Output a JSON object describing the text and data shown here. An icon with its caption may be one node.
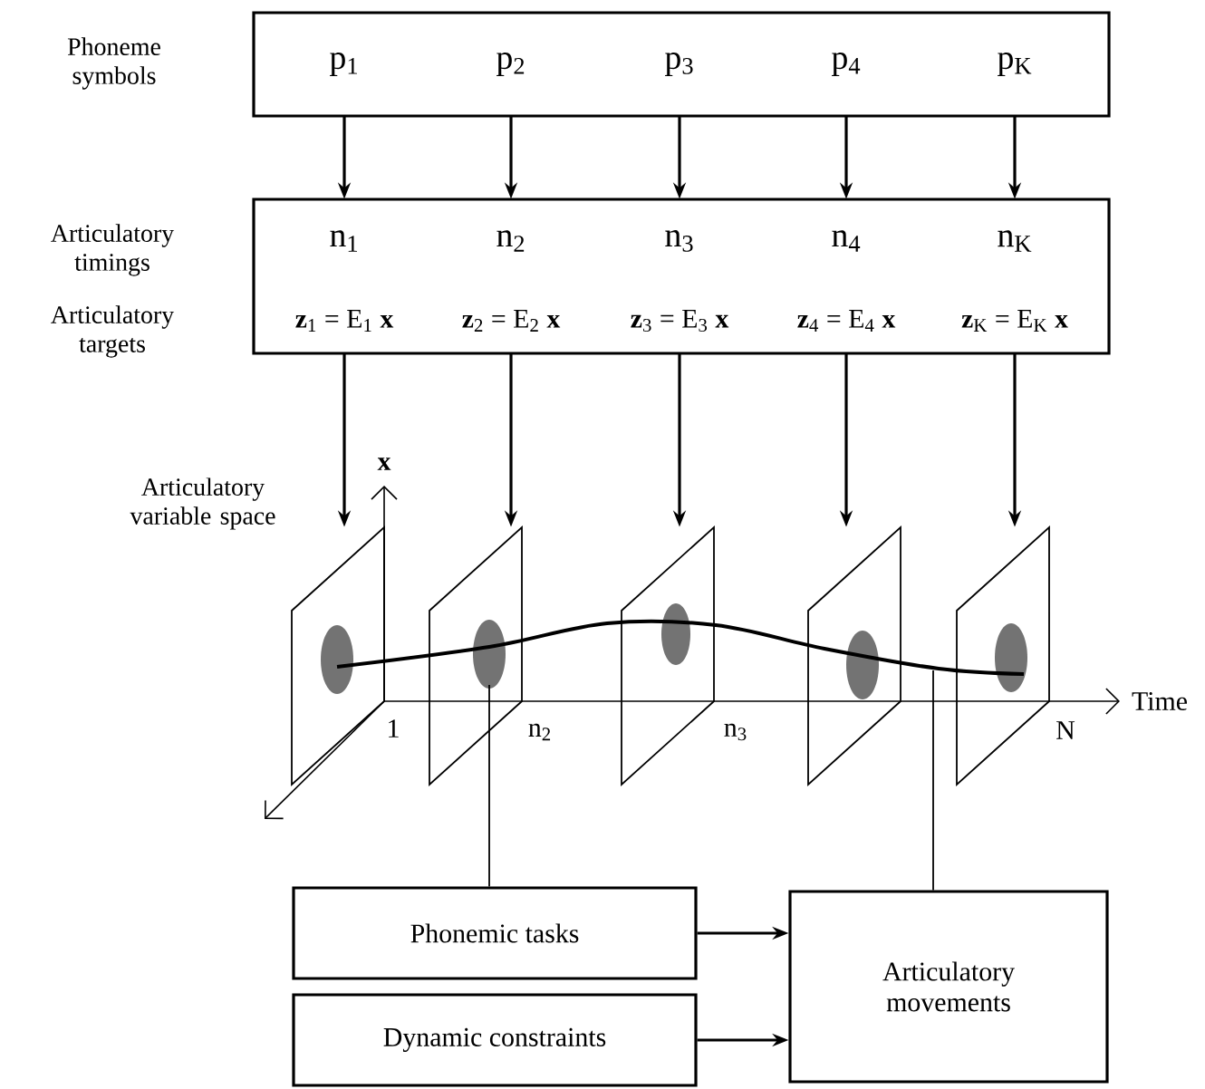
{
  "diagram": {
    "nodes": [
      {
        "text": [
          "Phoneme symbols"
        ]
      },
      {
        "text": [
          "p$_{1}$"
        ],
        "in": 0
      },
      {
        "text": [
          "p$_{2}$"
        ],
        "in": 0
      },
      {
        "text": [
          "p$_{3}$"
        ],
        "in": 0
      },
      {
        "text": [
          "p$_{4}$"
        ],
        "in": 0
      },
      {
        "text": [
          "p$_{K}$"
        ],
        "in": 0
      },
      {
        "text": [
          "Articulatory timings",
          "Articulatory targets"
        ]
      },
      {
        "text": [
          "n$_{1}$"
        ],
        "in": 6
      },
      {
        "text": [
          "n$_{2}$"
        ],
        "in": 6
      },
      {
        "text": [
          "n$_{3}$"
        ],
        "in": 6
      },
      {
        "text": [
          "n$_{4}$"
        ],
        "in": 6
      },
      {
        "text": [
          "n$_{K}$"
        ],
        "in": 6
      },
      {
        "text": [
          "**z**$_{1}$ = E$_{1}$ **x**"
        ],
        "in": 6
      },
      {
        "text": [
          "**z**$_{2}$ = E$_{2}$ **x**"
        ],
        "in": 6
      },
      {
        "text": [
          "**z**$_{3}$ = E$_{3}$ **x**"
        ],
        "in": 6
      },
      {
        "text": [
          "**z**$_{4}$ = E$_{4}$ **x**"
        ],
        "in": 6
      },
      {
        "text": [
          "**z**$_{K}$ = E$_{K}$ **x**"
        ],
        "in": 6
      },
      {
        "text": [],
        "shape": "parallelogram"
      },
      {
        "text": [],
        "shape": "parallelogram"
      },
      {
        "text": [],
        "shape": "parallelogram"
      },
      {
        "text": [],
        "shape": "parallelogram"
      },
      {
        "text": [],
        "shape": "parallelogram"
      },
      {
        "text": [
          "Phonemic tasks"
        ]
      },
      {
        "text": [
          "Dynamic constraints"
        ]
      },
      {
        "text": [
          "Articulatory movements"
        ]
      }
    ],
    "edges": [
      {
        "from": 1,
        "to": 7,
        "arrow": "to"
      },
      {
        "from": 2,
        "to": 8,
        "arrow": "to"
      },
      {
        "from": 3,
        "to": 9,
        "arrow": "to"
      },
      {
        "from": 4,
        "to": 10,
        "arrow": "to"
      },
      {
        "from": 5,
        "to": 11,
        "arrow": "to"
      },
      {
        "from": 12,
        "to": 17,
        "arrow": "to"
      },
      {
        "from": 13,
        "to": 18,
        "arrow": "to"
      },
      {
        "from": 14,
        "to": 19,
        "arrow": "to"
      },
      {
        "from": 15,
        "to": 20,
        "arrow": "to"
      },
      {
        "from": 16,
        "to": 21,
        "arrow": "to"
      },
      {
        "from": 18,
        "to": 22,
        "arrow": "none"
      },
      {
        "from": null,
        "to": 24,
        "arrow": "none"
      },
      {
        "from": 22,
        "to": 24,
        "arrow": "to"
      },
      {
        "from": 23,
        "to": 24,
        "arrow": "to"
      }
    ],
    "labels": [
      "Articulatory variable space",
      "x",
      "1",
      "n$_{2}$",
      "n$_{3}$",
      "N",
      "Time"
    ]
  }
}
